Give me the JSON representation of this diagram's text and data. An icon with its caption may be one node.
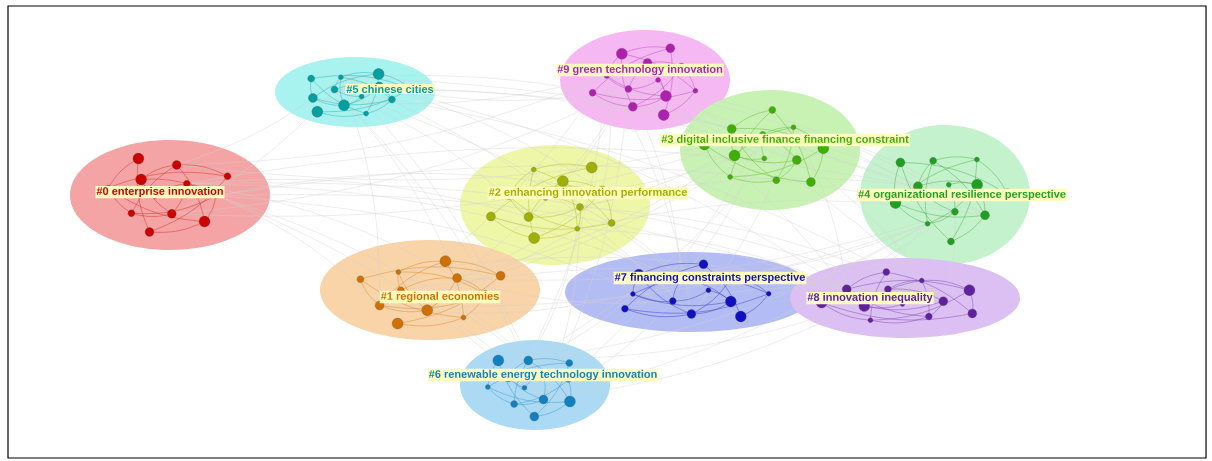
{
  "diagram": {
    "nodes": [
      {
        "text": [
          "#9 green technology innovation"
        ]
      },
      {
        "text": [
          "#5 chinese cities"
        ]
      },
      {
        "text": [
          "#3 digital inclusive finance financing constraint"
        ]
      },
      {
        "text": [
          "#0 enterprise innovation"
        ]
      },
      {
        "text": [
          "#2 enhancing innovation performance"
        ]
      },
      {
        "text": [
          "#4 organizational resilience perspective"
        ]
      },
      {
        "text": [
          "#7 financing constraints perspective"
        ]
      },
      {
        "text": [
          "#1 regional economies"
        ]
      },
      {
        "text": [
          "#8 innovation inequality"
        ]
      },
      {
        "text": [
          "#6 renewable energy technology innovation"
        ]
      }
    ]
  }
}
